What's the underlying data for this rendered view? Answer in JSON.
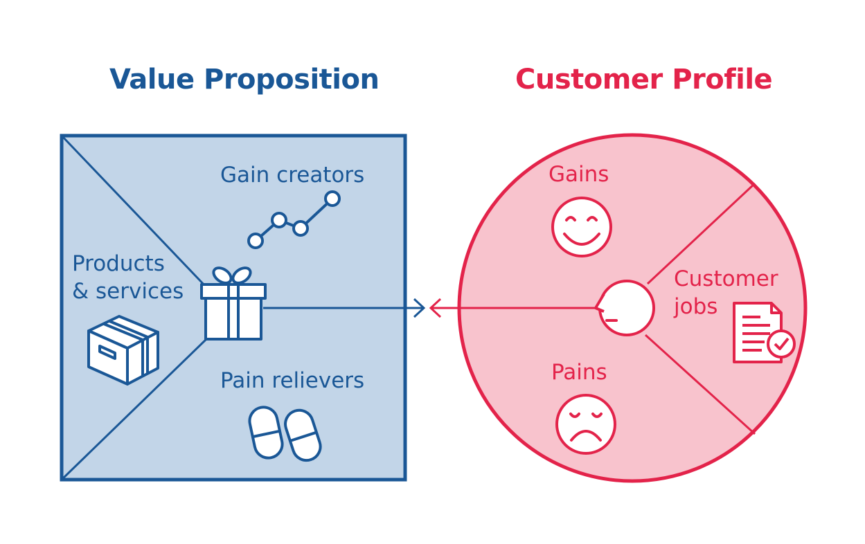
{
  "value_proposition": {
    "title": "Value Proposition",
    "gain_creators": "Gain creators",
    "products_line1": "Products",
    "products_line2": "& services",
    "pain_relievers": "Pain relievers"
  },
  "customer_profile": {
    "title": "Customer Profile",
    "gains": "Gains",
    "customer_jobs_line1": "Customer",
    "customer_jobs_line2": "jobs",
    "pains": "Pains"
  },
  "colors": {
    "blue": "#1a5796",
    "blue_fill": "#c2d5e8",
    "red": "#e3234a",
    "red_fill": "#f8c3cd"
  },
  "icons": [
    "gift-icon",
    "box-icon",
    "trend-line-icon",
    "pills-icon",
    "face-icon",
    "smiley-icon",
    "frown-icon",
    "document-check-icon",
    "arrow-icon"
  ]
}
